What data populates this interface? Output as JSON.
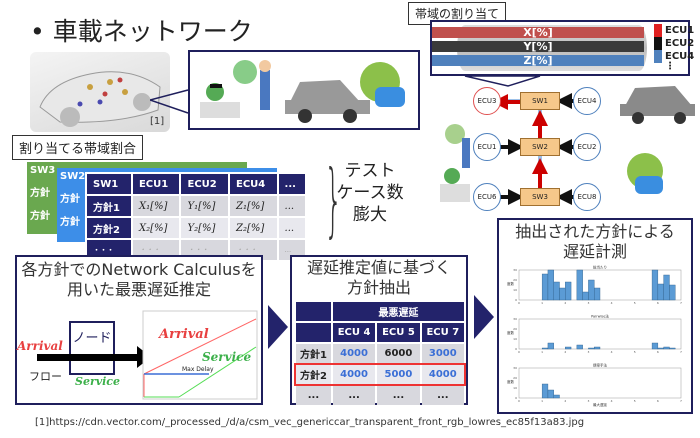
{
  "title": "• 車載ネットワーク",
  "car_ref": "[1]",
  "bandwidth": {
    "label": "帯域の割り当て",
    "bars": [
      "X[%]",
      "Y[%]",
      "Z[%]"
    ],
    "legend": [
      "ECU1",
      "ECU2",
      "ECU4",
      "⋮"
    ],
    "colors": [
      "#c0504d",
      "#3a3a3a",
      "#4f81bd"
    ]
  },
  "network": {
    "switches": [
      "SW1",
      "SW2",
      "SW3"
    ],
    "ecus": [
      "ECU3",
      "ECU4",
      "ECU1",
      "ECU2",
      "ECU6",
      "ECU8"
    ]
  },
  "alloc": {
    "label": "割り当てる帯域割合",
    "back_tables": [
      "SW3",
      "SW2"
    ],
    "back_rows": [
      "方針",
      "方針",
      "・・・"
    ],
    "headers": [
      "SW1",
      "ECU1",
      "ECU2",
      "ECU4",
      "..."
    ],
    "rows": [
      [
        "方針1",
        "X₁[%]",
        "Y₁[%]",
        "Z₁[%]",
        "..."
      ],
      [
        "方針2",
        "X₂[%]",
        "Y₂[%]",
        "Z₂[%]",
        "..."
      ],
      [
        "・・・",
        "・・・",
        "・・・",
        "・・・",
        "..."
      ]
    ]
  },
  "testcases": [
    "テスト",
    "ケース数",
    "膨大"
  ],
  "nc": {
    "title": [
      "各方針でのNetwork Calculusを",
      "用いた最悪遅延推定"
    ],
    "node": "ノード",
    "flow": "フロー",
    "arrival": "Arrival",
    "service": "Service",
    "max_delay": "Max Delay"
  },
  "extract": {
    "title": [
      "遅延推定値に基づく",
      "方針抽出"
    ],
    "group": "最悪遅延",
    "cols": [
      "ECU 4",
      "ECU 5",
      "ECU 7"
    ],
    "rows": [
      {
        "label": "方針1",
        "values": [
          "4000",
          "6000",
          "3000"
        ],
        "blue": [
          true,
          false,
          true
        ]
      },
      {
        "label": "方針2",
        "values": [
          "4000",
          "5000",
          "4000"
        ],
        "blue": [
          true,
          true,
          true
        ]
      },
      {
        "label": "...",
        "values": [
          "...",
          "...",
          "..."
        ],
        "blue": [
          false,
          false,
          false
        ]
      }
    ]
  },
  "measure": {
    "title": [
      "抽出された方針による",
      "遅延計測"
    ]
  },
  "chart_data": [
    {
      "type": "bar",
      "title": "総当たり",
      "ylabel": "度数",
      "xlim": [
        0,
        7
      ],
      "ylim": [
        0,
        30
      ],
      "xticks": [
        "0",
        "1",
        "2",
        "3",
        "4",
        "5",
        "6",
        "7"
      ],
      "yticks": [
        "0",
        "10",
        "20",
        "30"
      ],
      "x": [
        1.0,
        1.25,
        1.5,
        1.75,
        2.0,
        2.5,
        2.75,
        3.0,
        3.25,
        5.75,
        6.0,
        6.25,
        6.5
      ],
      "values": [
        26,
        30,
        18,
        12,
        18,
        30,
        8,
        20,
        12,
        30,
        16,
        25,
        15
      ]
    },
    {
      "type": "bar",
      "title": "Pairwise法",
      "ylabel": "度数",
      "xlim": [
        0,
        7
      ],
      "ylim": [
        0,
        30
      ],
      "xticks": [
        "0",
        "1",
        "2",
        "3",
        "4",
        "5",
        "6",
        "7"
      ],
      "yticks": [
        "0",
        "10",
        "20",
        "30"
      ],
      "x": [
        1.0,
        1.25,
        2.0,
        2.5,
        3.0,
        3.25,
        5.75,
        6.0,
        6.25,
        6.5
      ],
      "values": [
        1,
        6,
        2,
        4,
        1,
        2,
        6,
        1,
        2,
        1
      ]
    },
    {
      "type": "bar",
      "title": "提案手法",
      "ylabel": "度数",
      "xlabel": "最大遅延",
      "xlim": [
        0,
        7
      ],
      "ylim": [
        0,
        30
      ],
      "xticks": [
        "0",
        "1",
        "2",
        "3",
        "4",
        "5",
        "6",
        "7"
      ],
      "yticks": [
        "0",
        "10",
        "20",
        "30"
      ],
      "x": [
        1.0,
        1.25,
        1.5
      ],
      "values": [
        14,
        8,
        3
      ]
    }
  ],
  "footnote": "[1]https://cdn.vector.com/_processed_/d/a/csm_vec_genericcar_transparent_front_rgb_lowres_ec85f13a83.jpg"
}
